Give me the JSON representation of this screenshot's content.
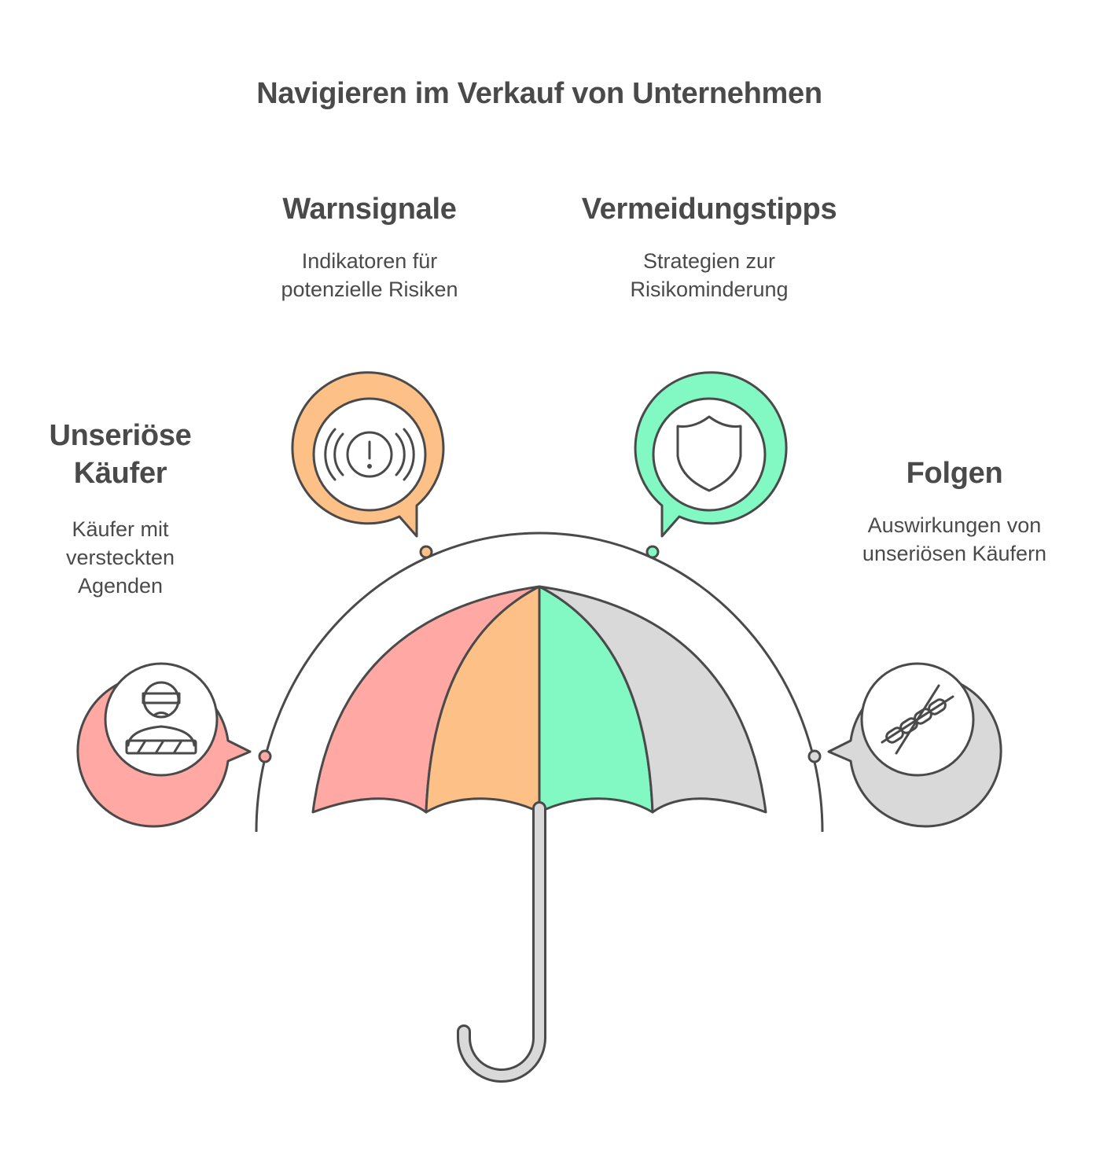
{
  "title": "Navigieren im Verkauf von Unternehmen",
  "items": [
    {
      "key": "unserioese",
      "title": "Unseriöse Käufer",
      "title_line1": "Unseriöse",
      "title_line2": "Käufer",
      "desc_line1": "Käufer mit",
      "desc_line2": "versteckten",
      "desc_line3": "Agenden",
      "color": "#ffa8a4",
      "icon": "masked-thief-icon"
    },
    {
      "key": "warnsignale",
      "title": "Warnsignale",
      "desc_line1": "Indikatoren für",
      "desc_line2": "potenzielle Risiken",
      "color": "#fdc188",
      "icon": "warning-alert-icon"
    },
    {
      "key": "vermeidung",
      "title": "Vermeidungstipps",
      "desc_line1": "Strategien zur",
      "desc_line2": "Risikominderung",
      "color": "#82f8c3",
      "icon": "shield-icon"
    },
    {
      "key": "folgen",
      "title": "Folgen",
      "desc_line1": "Auswirkungen von",
      "desc_line2": "unseriösen Käufern",
      "color": "#d9d9d9",
      "icon": "chain-link-icon"
    }
  ],
  "colors": {
    "text": "#4a4a4a",
    "stroke": "#4a4a4a"
  }
}
